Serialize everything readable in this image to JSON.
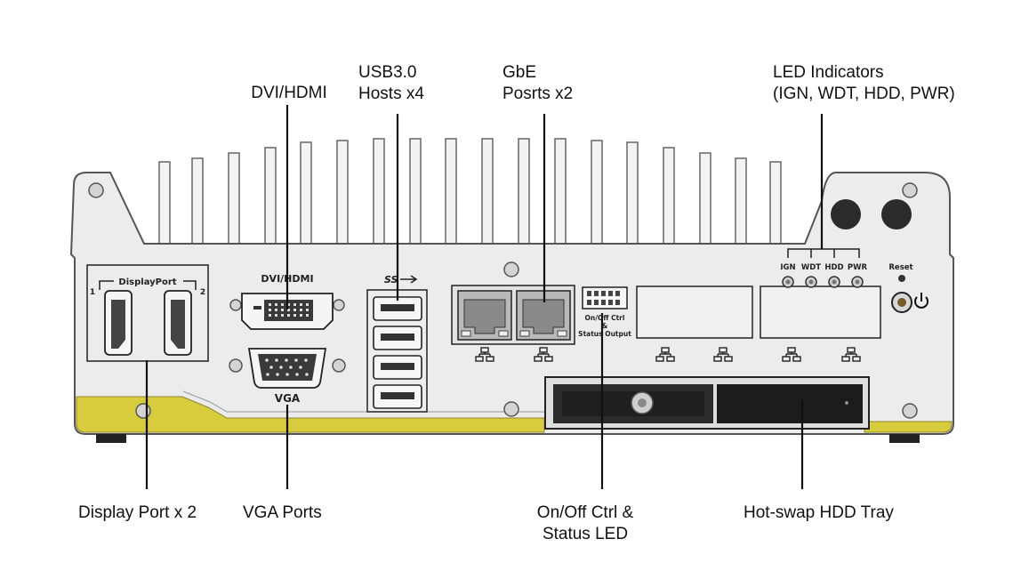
{
  "callouts": {
    "dvi_hdmi": "DVI/HDMI",
    "usb_line1": "USB3.0",
    "usb_line2": "Hosts x4",
    "gbe_line1": "GbE",
    "gbe_line2": "Posrts x2",
    "led_line1": "LED Indicators",
    "led_line2": "(IGN, WDT, HDD, PWR)",
    "display_port": "Display Port x 2",
    "vga_ports": "VGA Ports",
    "onoff_line1": "On/Off Ctrl &",
    "onoff_line2": "Status LED",
    "hdd_tray": "Hot-swap HDD Tray"
  },
  "panel_labels": {
    "displayport_group": "DisplayPort",
    "dp_port_1": "1",
    "dp_port_2": "2",
    "dvi_hdmi": "DVI/HDMI",
    "vga": "VGA",
    "usb_logo": "SS",
    "onoff_line1": "On/Off Ctrl",
    "onoff_line2": "&",
    "onoff_line3": "Status Output",
    "led_ign": "IGN",
    "led_wdt": "WDT",
    "led_hdd": "HDD",
    "led_pwr": "PWR",
    "reset": "Reset"
  },
  "colors": {
    "chassis": "#ececec",
    "chassis_outline": "#555555",
    "accent_stripe": "#d8cc3c",
    "fin": "#f2f2f2",
    "port_dark": "#333333",
    "usb_blue": "#cfd4e0",
    "leader_line": "#111111"
  },
  "icons": [
    "network-icon",
    "power-icon",
    "usb-superspeed-logo",
    "screw-icon"
  ]
}
